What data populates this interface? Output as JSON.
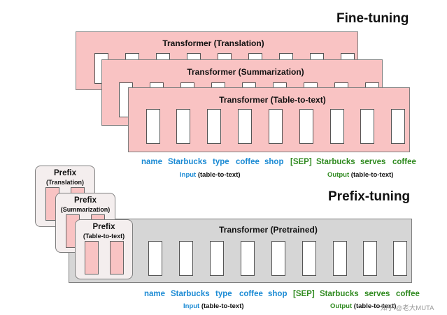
{
  "fine_tuning": {
    "heading": "Fine-tuning",
    "transformers": [
      {
        "label": "Transformer (Translation)"
      },
      {
        "label": "Transformer (Summarization)"
      },
      {
        "label": "Transformer (Table-to-text)"
      }
    ],
    "input_tokens": [
      "name",
      "Starbucks",
      "type",
      "coffee",
      "shop"
    ],
    "output_tokens": [
      "[SEP]",
      "Starbucks",
      "serves",
      "coffee"
    ],
    "input_label": {
      "keyword": "Input",
      "rest": "(table-to-text)"
    },
    "output_label": {
      "keyword": "Output",
      "rest": "(table-to-text)"
    }
  },
  "prefix_tuning": {
    "heading": "Prefix-tuning",
    "prefixes": [
      {
        "title": "Prefix",
        "task": "(Translation)"
      },
      {
        "title": "Prefix",
        "task": "(Summarization)"
      },
      {
        "title": "Prefix",
        "task": "(Table-to-text)"
      }
    ],
    "transformer_label": "Transformer  (Pretrained)",
    "input_tokens": [
      "name",
      "Starbucks",
      "type",
      "coffee",
      "shop"
    ],
    "output_tokens": [
      "[SEP]",
      "Starbucks",
      "serves",
      "coffee"
    ],
    "input_label": {
      "keyword": "Input",
      "rest": "(table-to-text)"
    },
    "output_label": {
      "keyword": "Output",
      "rest": "(table-to-text)"
    }
  },
  "watermark": "知乎 @老大MUTA",
  "colors": {
    "transformer_fill": "#f9c3c3",
    "pretrained_fill": "#d6d6d6",
    "prefix_card_fill": "#f4eeee",
    "input_token": "#1a8ad4",
    "output_token": "#2f8a1f"
  }
}
